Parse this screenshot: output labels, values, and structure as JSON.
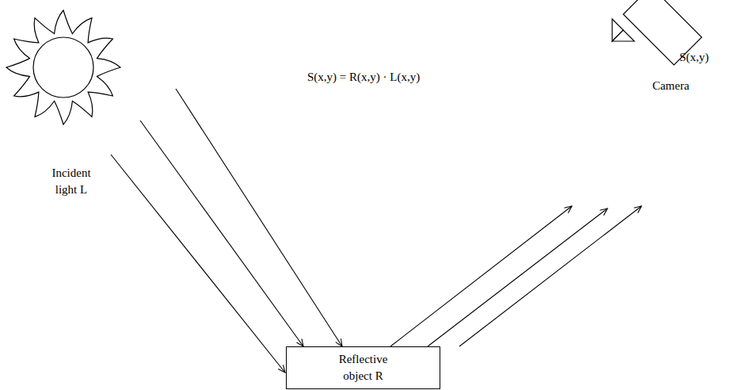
{
  "diagram": {
    "nodes": [
      {
        "text": [
          "Incident light L"
        ]
      },
      {
        "text": [
          "Reflective object R"
        ]
      },
      {
        "text": [
          "Camera"
        ]
      }
    ],
    "edges": [
      {
        "from": 0,
        "to": 1,
        "arrow": "to"
      },
      {
        "from": 0,
        "to": 1,
        "arrow": "to"
      },
      {
        "from": 0,
        "to": 1,
        "arrow": "to"
      },
      {
        "from": 1,
        "to": 2,
        "arrow": "to"
      },
      {
        "from": 1,
        "to": 2,
        "arrow": "to"
      },
      {
        "from": 1,
        "to": 2,
        "arrow": "to"
      }
    ],
    "labels": [
      "S(x,y) = R(x,y) · L(x,y)",
      "S(x,y)"
    ]
  }
}
